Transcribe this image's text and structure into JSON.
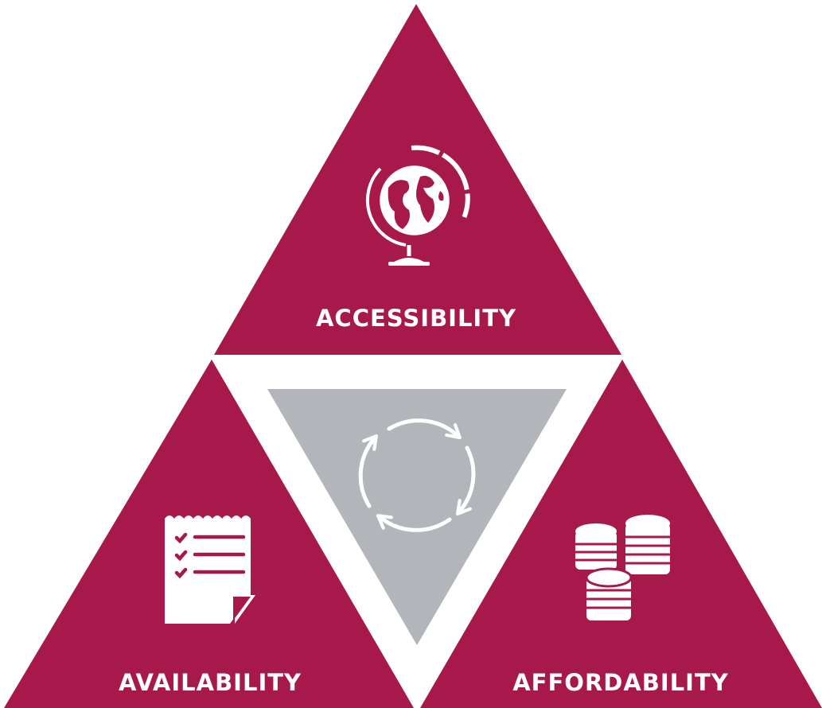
{
  "colors": {
    "primary": "#a6194a",
    "center": "#b2b5b9",
    "icon": "#ffffff",
    "background": "#ffffff"
  },
  "segments": [
    {
      "id": "top",
      "label": "ACCESSIBILITY",
      "icon": "globe-icon"
    },
    {
      "id": "left",
      "label": "AVAILABILITY",
      "icon": "checklist-icon"
    },
    {
      "id": "right",
      "label": "AFFORDABILITY",
      "icon": "coins-icon"
    }
  ],
  "center": {
    "icon": "cycle-arrows-icon"
  }
}
